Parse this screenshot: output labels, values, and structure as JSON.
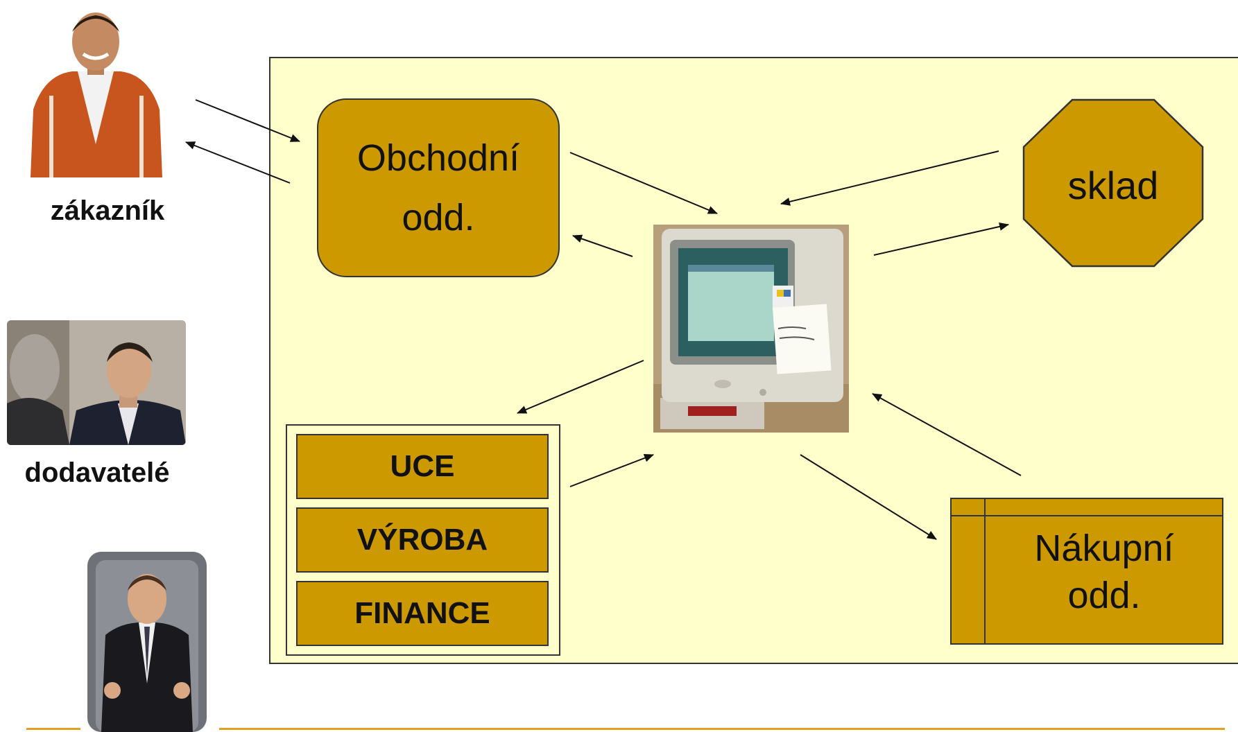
{
  "people": [
    {
      "caption": "zákazník"
    },
    {
      "caption": "dodavatelé"
    }
  ],
  "departments": {
    "sales": {
      "line1": "Obchodní",
      "line2": "odd."
    },
    "warehouse": {
      "label": "sklad"
    },
    "purchasing": {
      "line1": "Nákupní",
      "line2": "odd."
    },
    "internal": [
      "UCE",
      "VÝROBA",
      "FINANCE"
    ]
  },
  "colors": {
    "canvas": "#ffffcc",
    "box": "#cc9900",
    "border": "#333333",
    "footer": "#e0a020"
  },
  "icons": [
    "customer-photo",
    "supplier-photo",
    "manager-photo",
    "computer-photo"
  ]
}
